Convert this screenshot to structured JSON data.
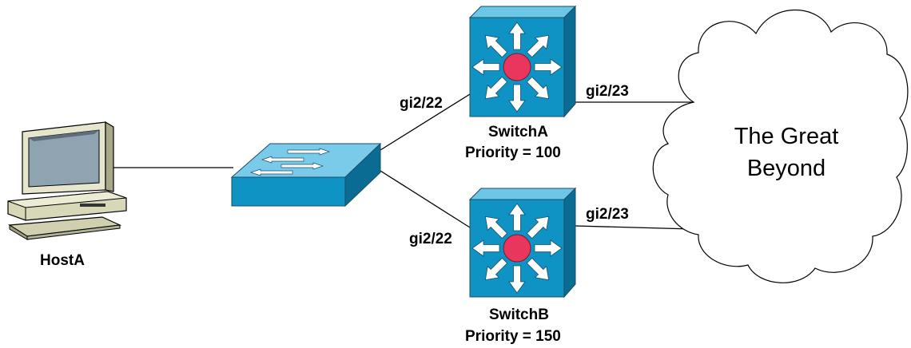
{
  "devices": {
    "host": {
      "label": "HostA"
    },
    "switch_a": {
      "name": "SwitchA",
      "priority": "Priority = 100"
    },
    "switch_b": {
      "name": "SwitchB",
      "priority": "Priority = 150"
    },
    "cloud": {
      "line1": "The Great",
      "line2": "Beyond"
    }
  },
  "ports": {
    "a_in": "gi2/22",
    "a_out": "gi2/23",
    "b_in": "gi2/22",
    "b_out": "gi2/23"
  },
  "colors": {
    "switch_front": "#0f93c4",
    "switch_top": "#6cc6e6",
    "switch_side": "#0a6c92",
    "center_dot": "#e8365c",
    "host_beige": "#cfcfae",
    "screen": "#8fa3b0"
  },
  "icons": [
    "pc-icon",
    "workgroup-switch-icon",
    "multilayer-switch-icon",
    "cloud-icon"
  ]
}
